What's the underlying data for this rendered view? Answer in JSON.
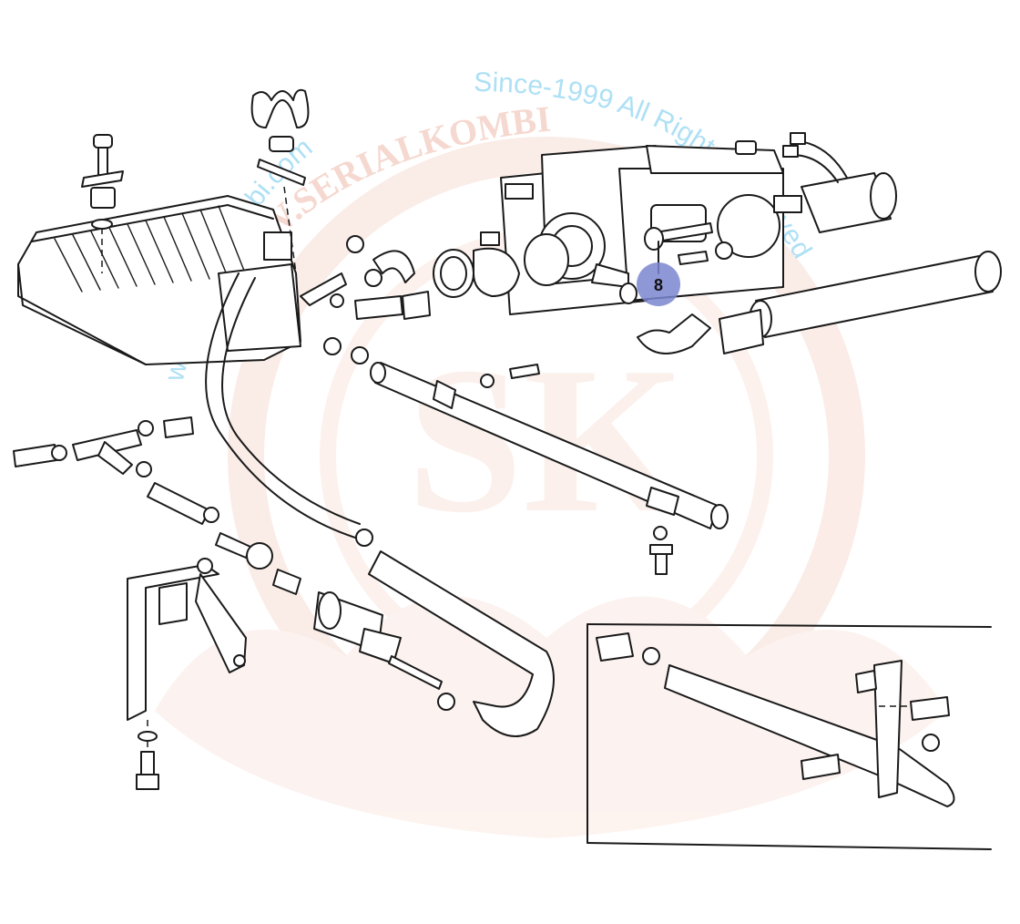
{
  "callout": {
    "number": "8",
    "color": "#7b86cf"
  },
  "watermark": {
    "url": "www.serial-kombi.com",
    "since": "Since-1999 All Rights Reserved",
    "brand": "WWW.SERIALKOMBI",
    "monogram": "SK",
    "colors": {
      "text": "#aee0f5",
      "emblem": "#f5d8cf"
    }
  }
}
